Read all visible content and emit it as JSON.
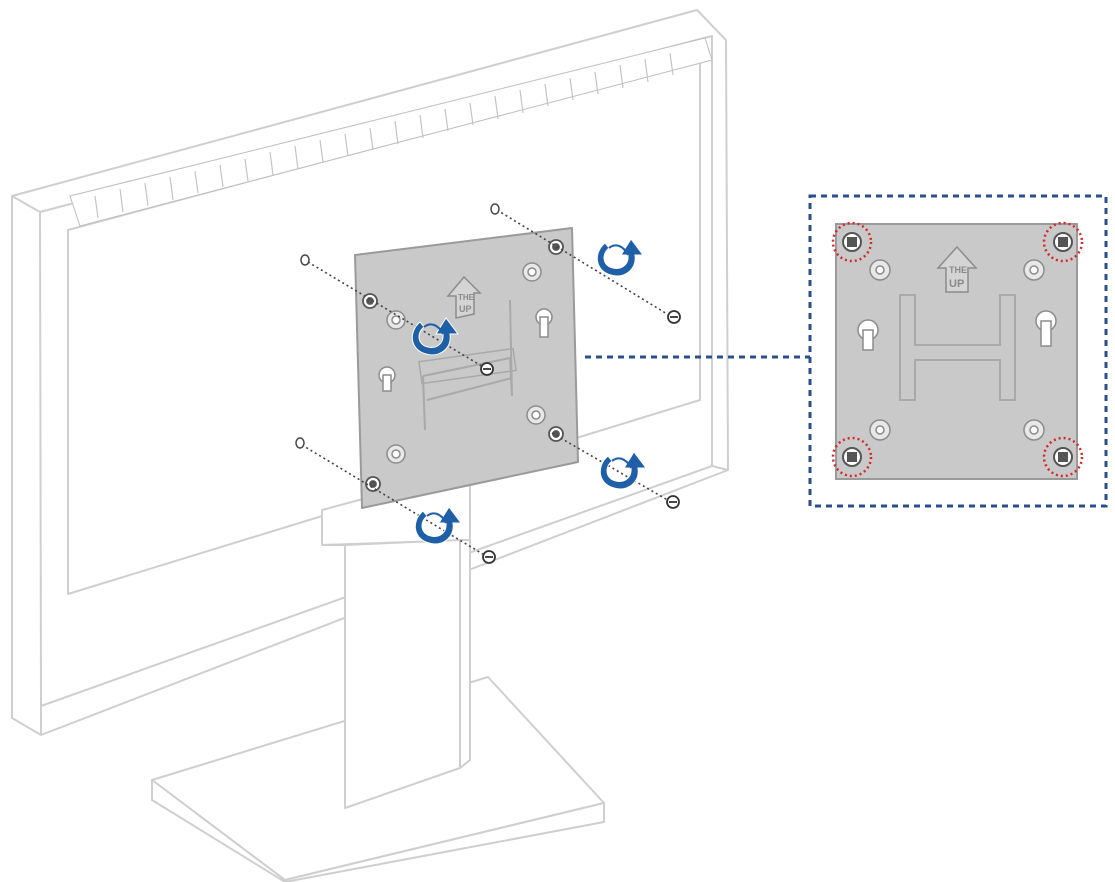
{
  "diagram": {
    "description_free": true,
    "plate_arrow_text_top": "THE",
    "plate_arrow_text_bottom": "UP",
    "screw_count": 4,
    "colors": {
      "outline": "#cfcfcf",
      "plate_fill": "#c9c9c9",
      "plate_stroke": "#9a9a9a",
      "rotation_arrow": "#1f5fa8",
      "callout_border": "#2a4f8f",
      "highlight_ring": "#d42a2a",
      "screw": "#555555"
    },
    "icons": [
      "monitor",
      "mounting-plate",
      "screw-icon",
      "rotate-arrow-icon",
      "detail-callout",
      "highlight-ring"
    ]
  }
}
